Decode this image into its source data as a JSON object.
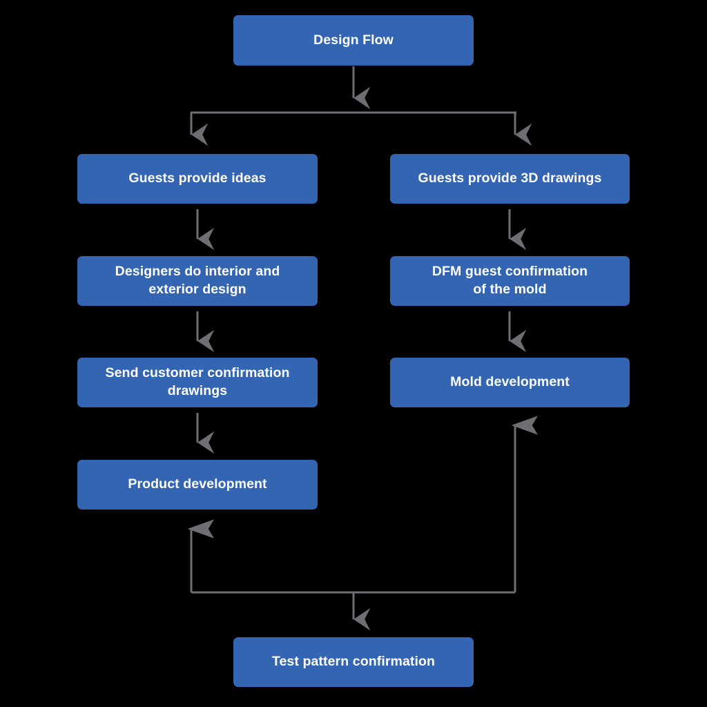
{
  "diagram": {
    "title": "Design Flow",
    "type": "flowchart",
    "orientation": "top-down",
    "colors": {
      "background": "#000000",
      "node_fill": "#3365b2",
      "node_text": "#ffffff",
      "connector": "#6e6e73"
    },
    "nodes": [
      {
        "id": "design-flow",
        "label": "Design Flow",
        "column": "center",
        "row": 0
      },
      {
        "id": "guests-ideas",
        "label": "Guests provide ideas",
        "column": "left",
        "row": 1
      },
      {
        "id": "guests-3d",
        "label": "Guests provide 3D drawings",
        "column": "right",
        "row": 1
      },
      {
        "id": "designers-design",
        "label": "Designers do interior and\nexterior design",
        "column": "left",
        "row": 2
      },
      {
        "id": "dfm-confirm",
        "label": "DFM guest confirmation\nof the mold",
        "column": "right",
        "row": 2
      },
      {
        "id": "send-drawings",
        "label": "Send customer confirmation\ndrawings",
        "column": "left",
        "row": 3
      },
      {
        "id": "mold-development",
        "label": "Mold development",
        "column": "right",
        "row": 3
      },
      {
        "id": "product-dev",
        "label": "Product development",
        "column": "left",
        "row": 4
      },
      {
        "id": "test-pattern",
        "label": "Test pattern confirmation",
        "column": "center",
        "row": 5
      }
    ],
    "edges": [
      {
        "from": "design-flow",
        "to": "guests-ideas",
        "style": "elbow-split"
      },
      {
        "from": "design-flow",
        "to": "guests-3d",
        "style": "elbow-split"
      },
      {
        "from": "guests-ideas",
        "to": "designers-design",
        "style": "straight"
      },
      {
        "from": "guests-3d",
        "to": "dfm-confirm",
        "style": "straight"
      },
      {
        "from": "designers-design",
        "to": "send-drawings",
        "style": "straight"
      },
      {
        "from": "dfm-confirm",
        "to": "mold-development",
        "style": "straight"
      },
      {
        "from": "send-drawings",
        "to": "product-dev",
        "style": "straight"
      },
      {
        "from": "product-dev",
        "to": "test-pattern",
        "style": "elbow-merge"
      },
      {
        "from": "mold-development",
        "to": "test-pattern",
        "style": "elbow-merge"
      }
    ]
  }
}
